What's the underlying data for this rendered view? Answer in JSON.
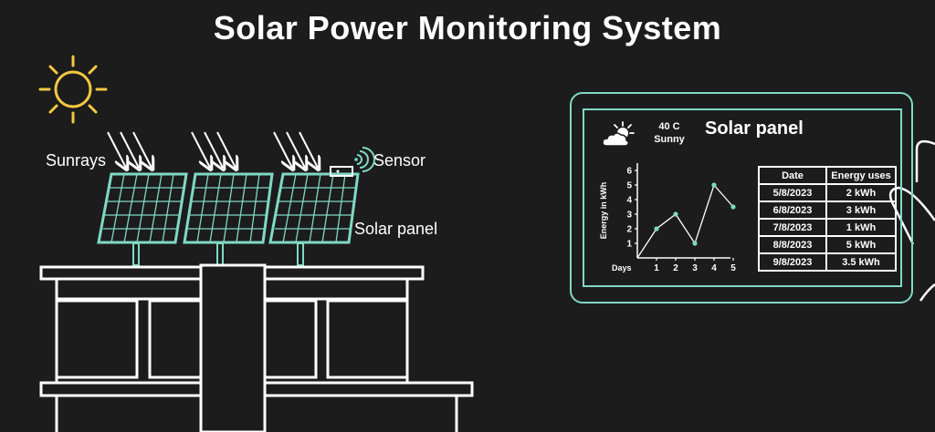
{
  "title": "Solar Power Monitoring System",
  "labels": {
    "sunrays": "Sunrays",
    "sensor": "Sensor",
    "solar_panel": "Solar panel"
  },
  "dashboard": {
    "weather": {
      "temperature": "40 C",
      "condition": "Sunny",
      "icon": "partly-sunny-icon"
    },
    "title": "Solar panel",
    "table": {
      "headers": [
        "Date",
        "Energy uses"
      ],
      "rows": [
        [
          "5/8/2023",
          "2 kWh"
        ],
        [
          "6/8/2023",
          "3 kWh"
        ],
        [
          "7/8/2023",
          "1 kWh"
        ],
        [
          "8/8/2023",
          "5 kWh"
        ],
        [
          "9/8/2023",
          "3.5 kWh"
        ]
      ]
    }
  },
  "chart_data": {
    "type": "line",
    "x": [
      1,
      2,
      3,
      4,
      5
    ],
    "values": [
      2,
      3,
      1,
      5,
      3.5
    ],
    "xlabel": "Days",
    "ylabel": "Energy in kWh",
    "xticks": [
      "1",
      "2",
      "3",
      "4",
      "5"
    ],
    "yticks": [
      "1",
      "2",
      "3",
      "4",
      "5",
      "6"
    ],
    "ylim": [
      0,
      6
    ],
    "grid": false
  },
  "colors": {
    "background": "#1c1c1c",
    "accent": "#7fd9c4",
    "sun": "#f5c842",
    "line": "#ffffff"
  }
}
